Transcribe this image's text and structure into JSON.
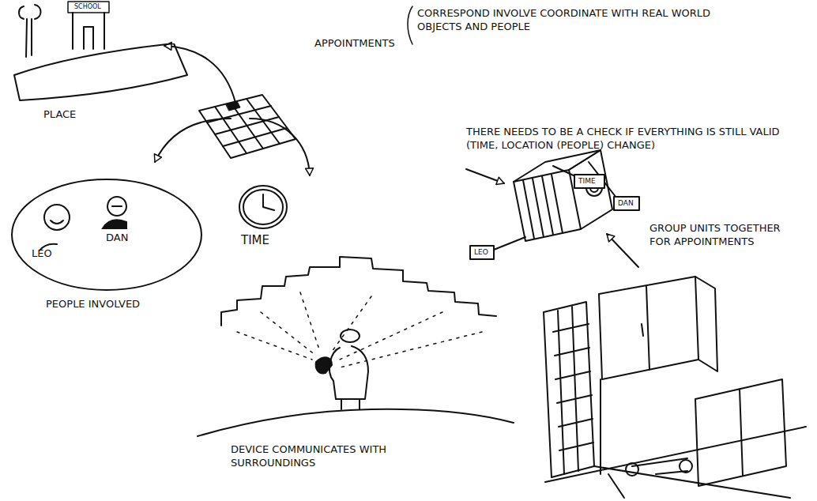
{
  "diagram": {
    "nodes": [
      {
        "text": [
          "PLACE"
        ]
      },
      {
        "text": [
          "LEO",
          "DAN",
          "PEOPLE INVOLVED"
        ]
      },
      {
        "text": [
          "TIME"
        ]
      }
    ],
    "labels": [
      "SCHOOL",
      "APPOINTMENTS",
      "CORRESPOND INVOLVE COORDINATE WITH REAL WORLD OBJECTS AND PEOPLE",
      "THERE NEEDS TO BE A CHECK IF EVERYTHING IS STILL VALID (TIME, LOCATION (PEOPLE) CHANGE)",
      "TIME",
      "DAN",
      "LEO",
      "GROUP UNITS TOGETHER FOR APPOINTMENTS",
      "DEVICE COMMUNICATES WITH SURROUNDINGS"
    ]
  }
}
